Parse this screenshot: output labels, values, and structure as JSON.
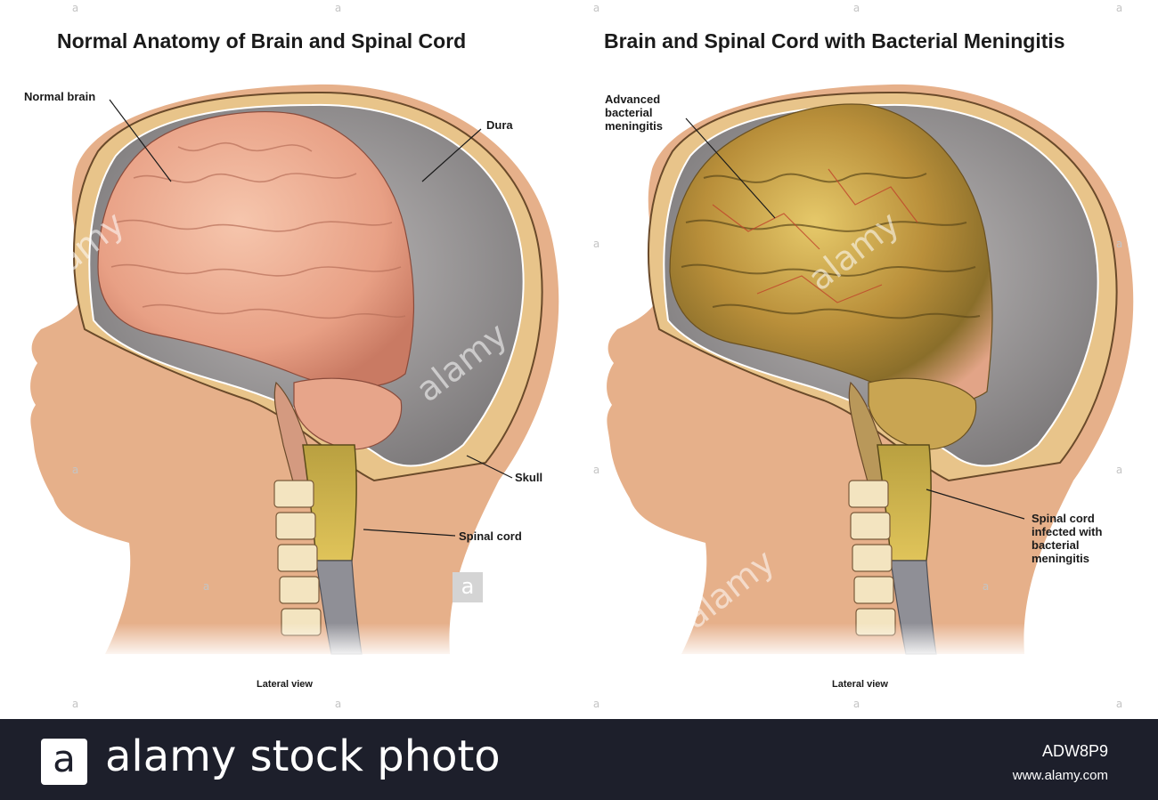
{
  "panels": [
    {
      "title": "Normal Anatomy of Brain and Spinal Cord",
      "labels": {
        "normal_brain": "Normal brain",
        "dura": "Dura",
        "skull": "Skull",
        "spinal_cord": "Spinal cord"
      },
      "view": "Lateral view"
    },
    {
      "title": "Brain and Spinal Cord with Bacterial Meningitis",
      "labels": {
        "advanced": "Advanced\nbacterial\nmeningitis",
        "spinal_infected": "Spinal cord\ninfected with\nbacterial\nmeningitis"
      },
      "view": "Lateral view"
    }
  ],
  "watermark": {
    "glyph": "a",
    "text": "alamy"
  },
  "footer": {
    "logo_glyph": "a",
    "brand": "alamy stock photo",
    "image_id": "ADW8P9",
    "url": "www.alamy.com"
  },
  "colors": {
    "skin": "#e6b08a",
    "brain_normal": "#eba58c",
    "brain_infected": "#c9a648",
    "dura": "#9d9a9a",
    "spinal_cord": "#cfb24d",
    "footer_bg": "#1d1f2b"
  }
}
